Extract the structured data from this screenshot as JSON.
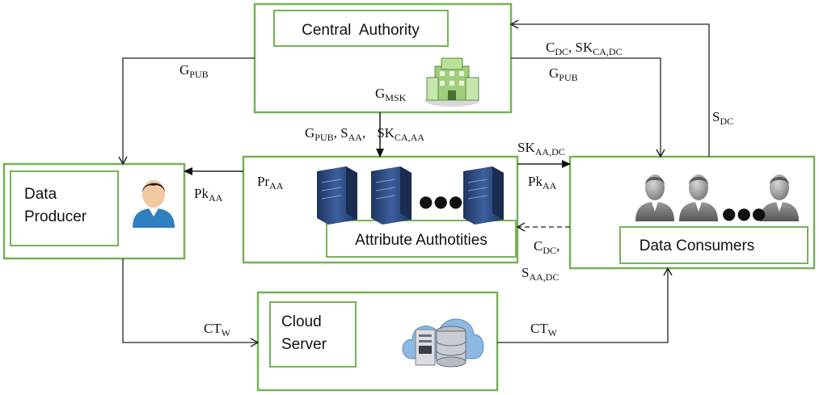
{
  "colors": {
    "box_border": "#77b255",
    "arrow": "#222222",
    "server_blue": "#2e4d86",
    "person_gray": "#8a8a8a",
    "cloud_blue": "#8cb8e2"
  },
  "nodes": {
    "central_authority": {
      "label": "Central  Authority",
      "icon": "office-building-icon"
    },
    "data_producer": {
      "label_line1": "Data",
      "label_line2": "Producer",
      "icon": "person-icon"
    },
    "attribute_authorities": {
      "label": "Attribute Authotities",
      "icon": "server-rack-icon"
    },
    "data_consumers": {
      "label": "Data Consumers",
      "icon": "people-group-icon"
    },
    "cloud_server": {
      "label_line1": "Cloud",
      "label_line2": "Server",
      "icon": "cloud-database-icon"
    }
  },
  "edge_labels": {
    "gpub_left": {
      "main": "G",
      "sub": "PUB"
    },
    "gmsk": {
      "main": "G",
      "sub": "MSK"
    },
    "ca_to_aa_1": {
      "main": "G",
      "sub": "PUB"
    },
    "ca_to_aa_sep1": ", ",
    "ca_to_aa_2": {
      "main": "S",
      "sub": "AA"
    },
    "ca_to_aa_sep2": ",",
    "ca_to_aa_3": {
      "main": "SK",
      "sub": "CA,AA"
    },
    "dc_to_ca_1": {
      "main": "C",
      "sub": "DC"
    },
    "dc_to_ca_sep": ", ",
    "dc_to_ca_2": {
      "main": "SK",
      "sub": "CA,DC"
    },
    "gpub_right": {
      "main": "G",
      "sub": "PUB"
    },
    "sdc": {
      "main": "S",
      "sub": "DC"
    },
    "pr_aa": {
      "main": "Pr",
      "sub": "AA"
    },
    "pk_aa_left": {
      "main": "Pk",
      "sub": "AA"
    },
    "sk_aa_dc": {
      "main": "SK",
      "sub": "AA,DC"
    },
    "pk_aa_right": {
      "main": "Pk",
      "sub": "AA"
    },
    "cdc_back": {
      "main": "C",
      "sub": "DC"
    },
    "cdc_back_sep": ",",
    "saa_dc": {
      "main": "S",
      "sub": "AA,DC"
    },
    "ctw_left": {
      "main": "CT",
      "sub": "W"
    },
    "ctw_right": {
      "main": "CT",
      "sub": "W"
    },
    "ellipsis_servers": "●●●",
    "ellipsis_people": "●●●"
  }
}
